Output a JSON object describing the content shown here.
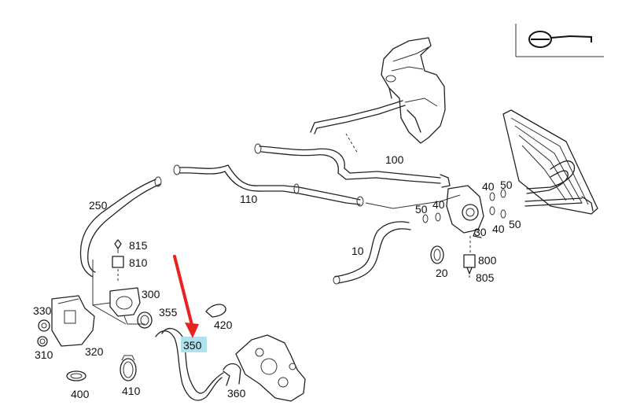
{
  "diagram": {
    "callouts": [
      {
        "id": "c250",
        "label": "250"
      },
      {
        "id": "c110",
        "label": "110"
      },
      {
        "id": "c100",
        "label": "100"
      },
      {
        "id": "c10",
        "label": "10"
      },
      {
        "id": "c815",
        "label": "815"
      },
      {
        "id": "c810",
        "label": "810"
      },
      {
        "id": "c300",
        "label": "300"
      },
      {
        "id": "c355",
        "label": "355"
      },
      {
        "id": "c420",
        "label": "420"
      },
      {
        "id": "c350",
        "label": "350",
        "highlighted": true
      },
      {
        "id": "c330",
        "label": "330"
      },
      {
        "id": "c310",
        "label": "310"
      },
      {
        "id": "c320",
        "label": "320"
      },
      {
        "id": "c400",
        "label": "400"
      },
      {
        "id": "c410",
        "label": "410"
      },
      {
        "id": "c360",
        "label": "360"
      },
      {
        "id": "c50a",
        "label": "50"
      },
      {
        "id": "c40a",
        "label": "40"
      },
      {
        "id": "c40b",
        "label": "40"
      },
      {
        "id": "c50b",
        "label": "50"
      },
      {
        "id": "c40c",
        "label": "40"
      },
      {
        "id": "c30",
        "label": "30"
      },
      {
        "id": "c50c",
        "label": "50"
      },
      {
        "id": "c20",
        "label": "20"
      },
      {
        "id": "c800",
        "label": "800"
      },
      {
        "id": "c805",
        "label": "805"
      }
    ],
    "highlight_color": "#aee0ee",
    "arrow_color": "#e8231f",
    "inset_icon": "hose-clamp-symbol-icon"
  }
}
